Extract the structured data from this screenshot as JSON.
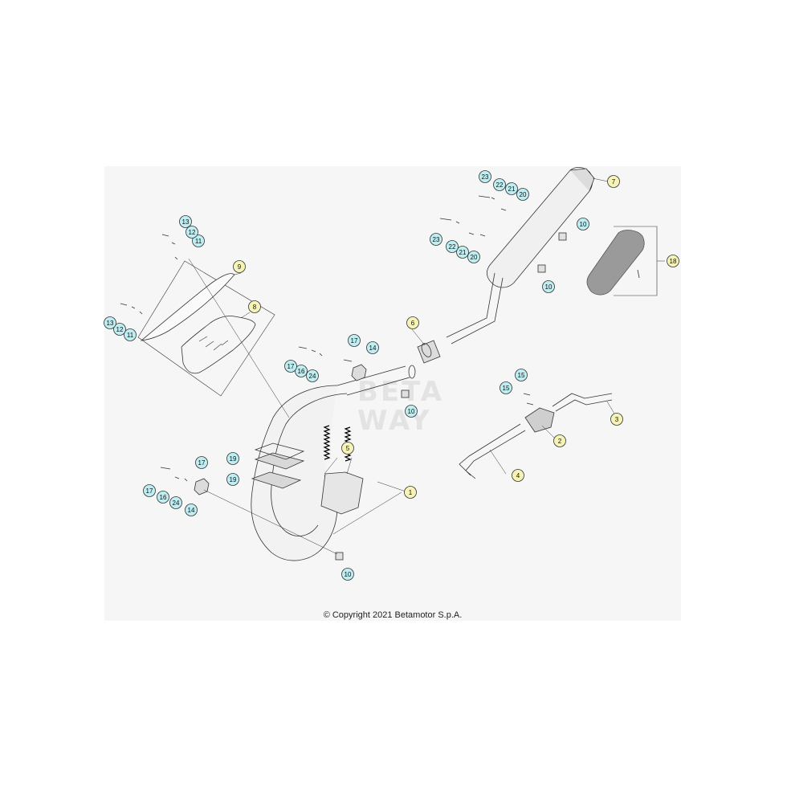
{
  "copyright": "© Copyright 2021 Betamotor S.p.A.",
  "colors": {
    "main_callout": "#f6f3b6",
    "hardware_callout": "#bfeef2",
    "stroke": "#333333"
  },
  "callouts": [
    {
      "id": "c1",
      "label": "1",
      "kind": "main"
    },
    {
      "id": "c2",
      "label": "2",
      "kind": "main"
    },
    {
      "id": "c3",
      "label": "3",
      "kind": "main"
    },
    {
      "id": "c4",
      "label": "4",
      "kind": "main"
    },
    {
      "id": "c5",
      "label": "5",
      "kind": "main"
    },
    {
      "id": "c6",
      "label": "6",
      "kind": "main"
    },
    {
      "id": "c7",
      "label": "7",
      "kind": "main"
    },
    {
      "id": "c8",
      "label": "8",
      "kind": "main"
    },
    {
      "id": "c9",
      "label": "9",
      "kind": "main"
    },
    {
      "id": "c18",
      "label": "18",
      "kind": "main"
    },
    {
      "id": "c10a",
      "label": "10",
      "kind": "hw"
    },
    {
      "id": "c10b",
      "label": "10",
      "kind": "hw"
    },
    {
      "id": "c10c",
      "label": "10",
      "kind": "hw"
    },
    {
      "id": "c10d",
      "label": "10",
      "kind": "hw"
    },
    {
      "id": "c11a",
      "label": "11",
      "kind": "hw"
    },
    {
      "id": "c11b",
      "label": "11",
      "kind": "hw"
    },
    {
      "id": "c12a",
      "label": "12",
      "kind": "hw"
    },
    {
      "id": "c12b",
      "label": "12",
      "kind": "hw"
    },
    {
      "id": "c13a",
      "label": "13",
      "kind": "hw"
    },
    {
      "id": "c13b",
      "label": "13",
      "kind": "hw"
    },
    {
      "id": "c14a",
      "label": "14",
      "kind": "hw"
    },
    {
      "id": "c14b",
      "label": "14",
      "kind": "hw"
    },
    {
      "id": "c15a",
      "label": "15",
      "kind": "hw"
    },
    {
      "id": "c15b",
      "label": "15",
      "kind": "hw"
    },
    {
      "id": "c16a",
      "label": "16",
      "kind": "hw"
    },
    {
      "id": "c16b",
      "label": "16",
      "kind": "hw"
    },
    {
      "id": "c17a",
      "label": "17",
      "kind": "hw"
    },
    {
      "id": "c17b",
      "label": "17",
      "kind": "hw"
    },
    {
      "id": "c17c",
      "label": "17",
      "kind": "hw"
    },
    {
      "id": "c17d",
      "label": "17",
      "kind": "hw"
    },
    {
      "id": "c19a",
      "label": "19",
      "kind": "hw"
    },
    {
      "id": "c19b",
      "label": "19",
      "kind": "hw"
    },
    {
      "id": "c20a",
      "label": "20",
      "kind": "hw"
    },
    {
      "id": "c20b",
      "label": "20",
      "kind": "hw"
    },
    {
      "id": "c21a",
      "label": "21",
      "kind": "hw"
    },
    {
      "id": "c21b",
      "label": "21",
      "kind": "hw"
    },
    {
      "id": "c22a",
      "label": "22",
      "kind": "hw"
    },
    {
      "id": "c22b",
      "label": "22",
      "kind": "hw"
    },
    {
      "id": "c23a",
      "label": "23",
      "kind": "hw"
    },
    {
      "id": "c23b",
      "label": "23",
      "kind": "hw"
    },
    {
      "id": "c24a",
      "label": "24",
      "kind": "hw"
    },
    {
      "id": "c24b",
      "label": "24",
      "kind": "hw"
    }
  ]
}
